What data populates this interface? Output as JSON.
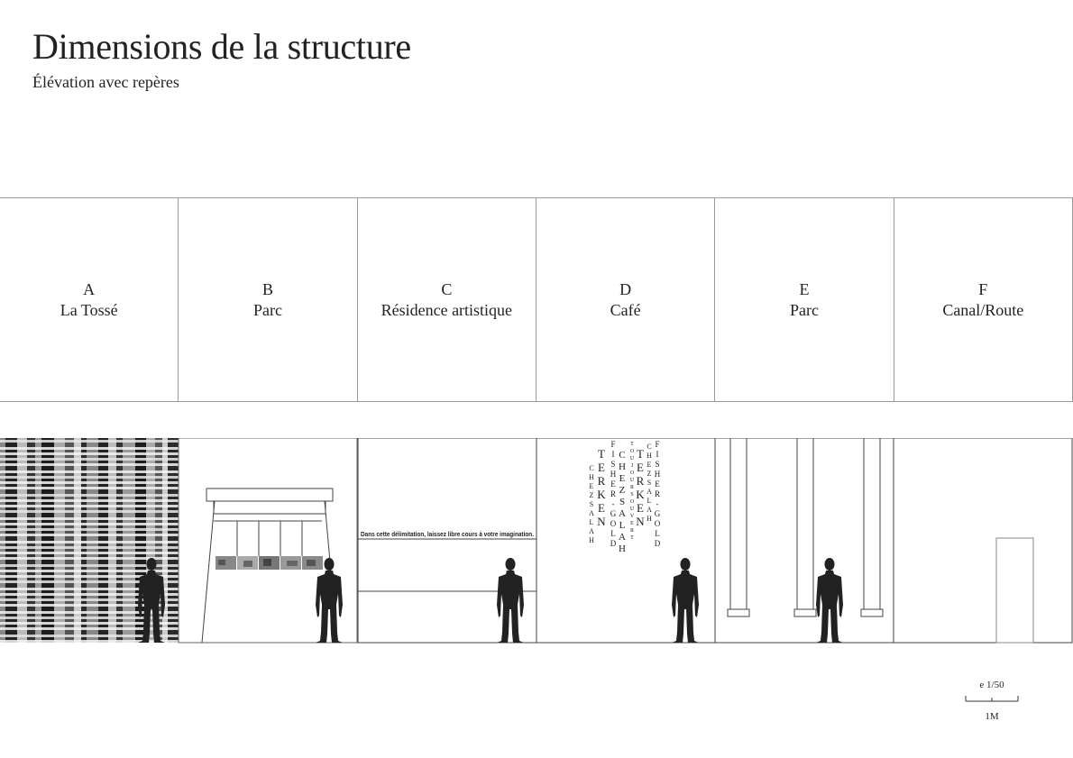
{
  "header": {
    "title": "Dimensions de la structure",
    "subtitle": "Élévation avec repères"
  },
  "panels": [
    {
      "letter": "A",
      "name": "La Tossé"
    },
    {
      "letter": "B",
      "name": "Parc"
    },
    {
      "letter": "C",
      "name": "Résidence artistique"
    },
    {
      "letter": "D",
      "name": "Café"
    },
    {
      "letter": "E",
      "name": "Parc"
    },
    {
      "letter": "F",
      "name": "Canal/Route"
    }
  ],
  "elevation": {
    "c_caption": "Dans cette délimitation, laissez libre cours à votre imagination.",
    "d_columns": [
      "CHEZ SALAH",
      "TERKEN",
      "FISHER-GOLD",
      "CHEZ SALAH",
      "TOUJOURS OUVERT",
      "TERKEN",
      "CHEZ SALAH",
      "FISHER-GOLD"
    ]
  },
  "scale": {
    "label": "e 1/50",
    "unit": "1M"
  }
}
